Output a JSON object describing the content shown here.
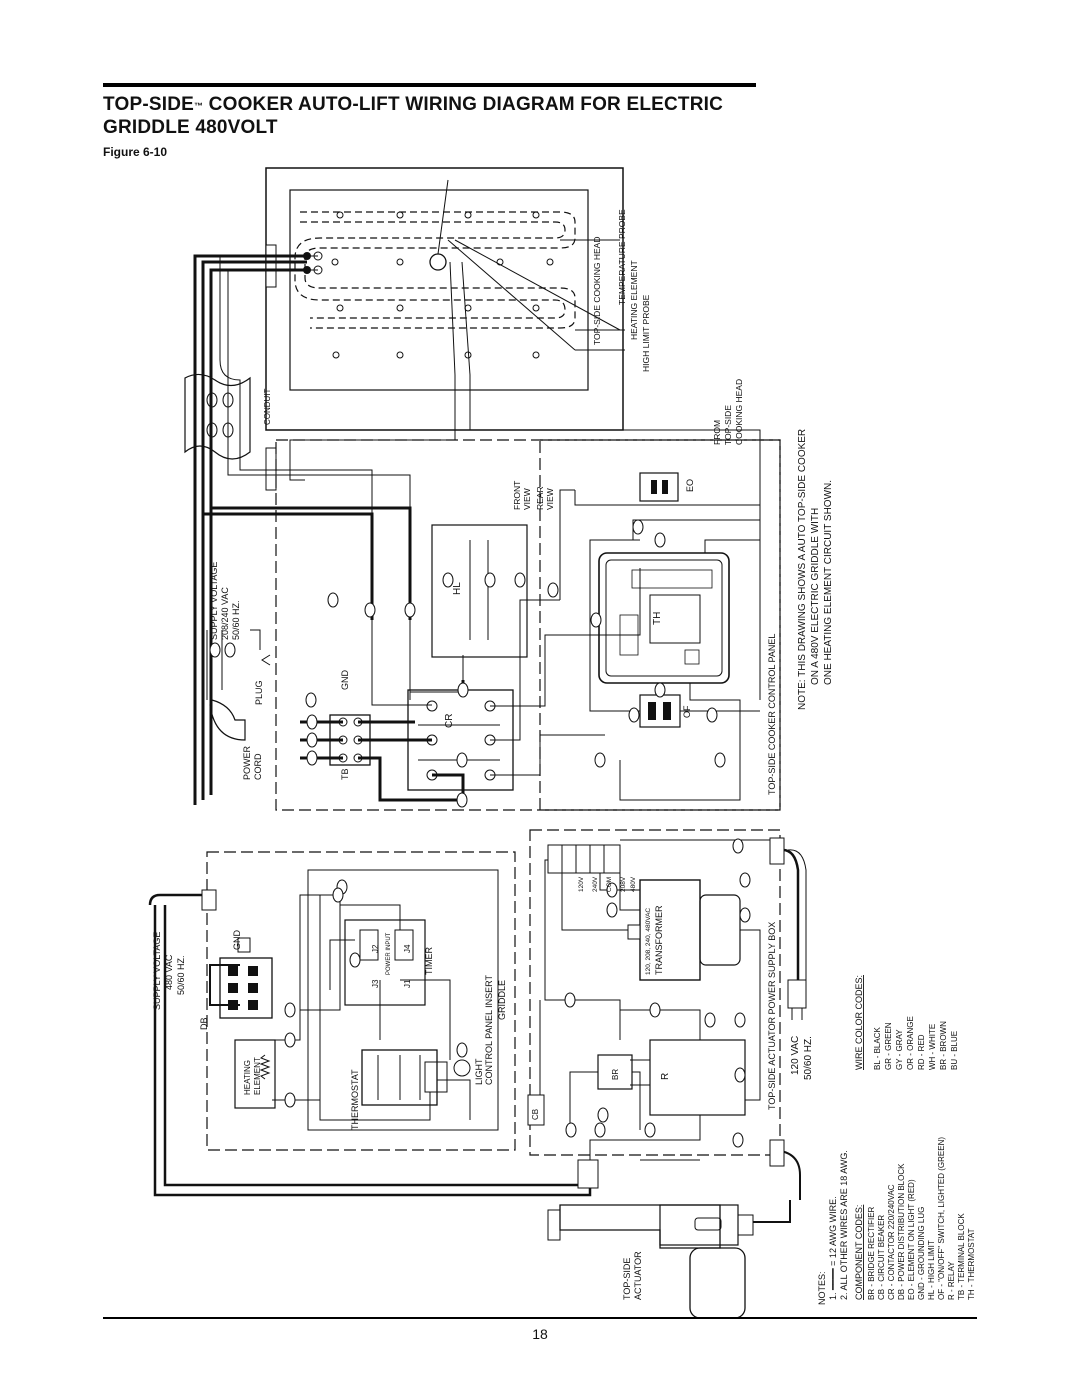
{
  "header": {
    "title_part1": "TOP-SIDE",
    "trademark": "™",
    "title_part2": " COOKER AUTO-LIFT WIRING DIAGRAM FOR ELECTRIC",
    "title_line2": "GRIDDLE 480VOLT",
    "figure": "Figure 6-10"
  },
  "diagram": {
    "cooking_head": {
      "title": "TOP-SIDE COOKING HEAD",
      "temp_probe": "TEMPERATURE PROBE",
      "heating_element": "HEATING ELEMENT",
      "high_limit": "HIGH LIMIT PROBE",
      "conduit": "CONDUIT",
      "from_line1": "FROM",
      "from_line2": "TOP-SIDE",
      "from_line3": "COOKING HEAD"
    },
    "supply_208": {
      "line1": "SUPPLY VOLTAGE",
      "line2": "208/240 VAC",
      "line3": "50/60 HZ.",
      "plug": "PLUG",
      "gnd": "GND",
      "power_cord_1": "POWER",
      "power_cord_2": "CORD",
      "tb": "TB"
    },
    "control_panel": {
      "front_view_1": "FRONT",
      "front_view_2": "VIEW",
      "rear_view_1": "REAR",
      "rear_view_2": "VIEW",
      "hl": "HL",
      "cr": "CR",
      "th": "TH",
      "eo": "EO",
      "of": "OF",
      "label": "TOP-SIDE COOKER CONTROL PANEL"
    },
    "note": {
      "line1": "NOTE: THIS DRAWING SHOWS A AUTO TOP-SIDE COOKER",
      "line2": "ON A 480V ELECTRIC GRIDDLE WITH",
      "line3": "ONE HEATING ELEMENT CIRCUIT SHOWN."
    },
    "griddle": {
      "supply_1": "SUPPLY VOLTAGE",
      "supply_2": "480 VAC",
      "supply_3": "50/60 HZ.",
      "gnd": "GND",
      "db": "DB",
      "heating_1": "HEATING",
      "heating_2": "ELEMENT",
      "thermostat": "THERMOSTAT",
      "light": "LIGHT",
      "timer": "TIMER",
      "power_input": "POWER INPUT",
      "j1": "J1",
      "j2": "J2",
      "j3": "J3",
      "j4": "J4",
      "insert_1": "CONTROL PANEL INSERT",
      "insert_2": "GRIDDLE"
    },
    "actuator_box": {
      "transformer": "TRANSFORMER",
      "xfmr_volts": "120, 208, 240, 480VAC",
      "cb": "CB",
      "br": "BR",
      "r": "R",
      "label": "TOP-SIDE ACTUATOR POWER SUPPLY BOX",
      "vac_1": "120 VAC",
      "vac_2": "50/60 HZ.",
      "actuator_1": "TOP-SIDE",
      "actuator_2": "ACTUATOR",
      "taps": [
        "120V",
        "240V",
        "COM",
        "208V",
        "480V"
      ]
    },
    "notes": {
      "title": "NOTES:",
      "n1": "1. ━━━━ = 12 AWG WIRE.",
      "n2": "2. ALL OTHER WIRES ARE 18 AWG."
    },
    "component_codes": {
      "title": "COMPONENT CODES:",
      "items": [
        "BR - BRIDGE RECTIFIER",
        "CB - CIRCUIT BEAKER",
        "CR - CONTACTOR 220/240VAC",
        "DB - POWER DISTRIBUTION BLOCK",
        "EO - ELEMENT ON LIGHT (RED)",
        "GND - GROUNDING LUG",
        "HL - HIGH LIMIT",
        "OF - \"ON/OFF\" SWITCH, LIGHTED (GREEN)",
        "R - RELAY",
        "TB - TERMINAL BLOCK",
        "TH - THERMOSTAT"
      ]
    },
    "wire_codes": {
      "title": "WIRE COLOR CODES:",
      "items": [
        "BL - BLACK",
        "GR - GREEN",
        "GY - GRAY",
        "OR - ORANGE",
        "RD - RED",
        "WH - WHITE",
        "BR - BROWN",
        "BU - BLUE"
      ]
    }
  },
  "footer": {
    "page_number": "18"
  }
}
